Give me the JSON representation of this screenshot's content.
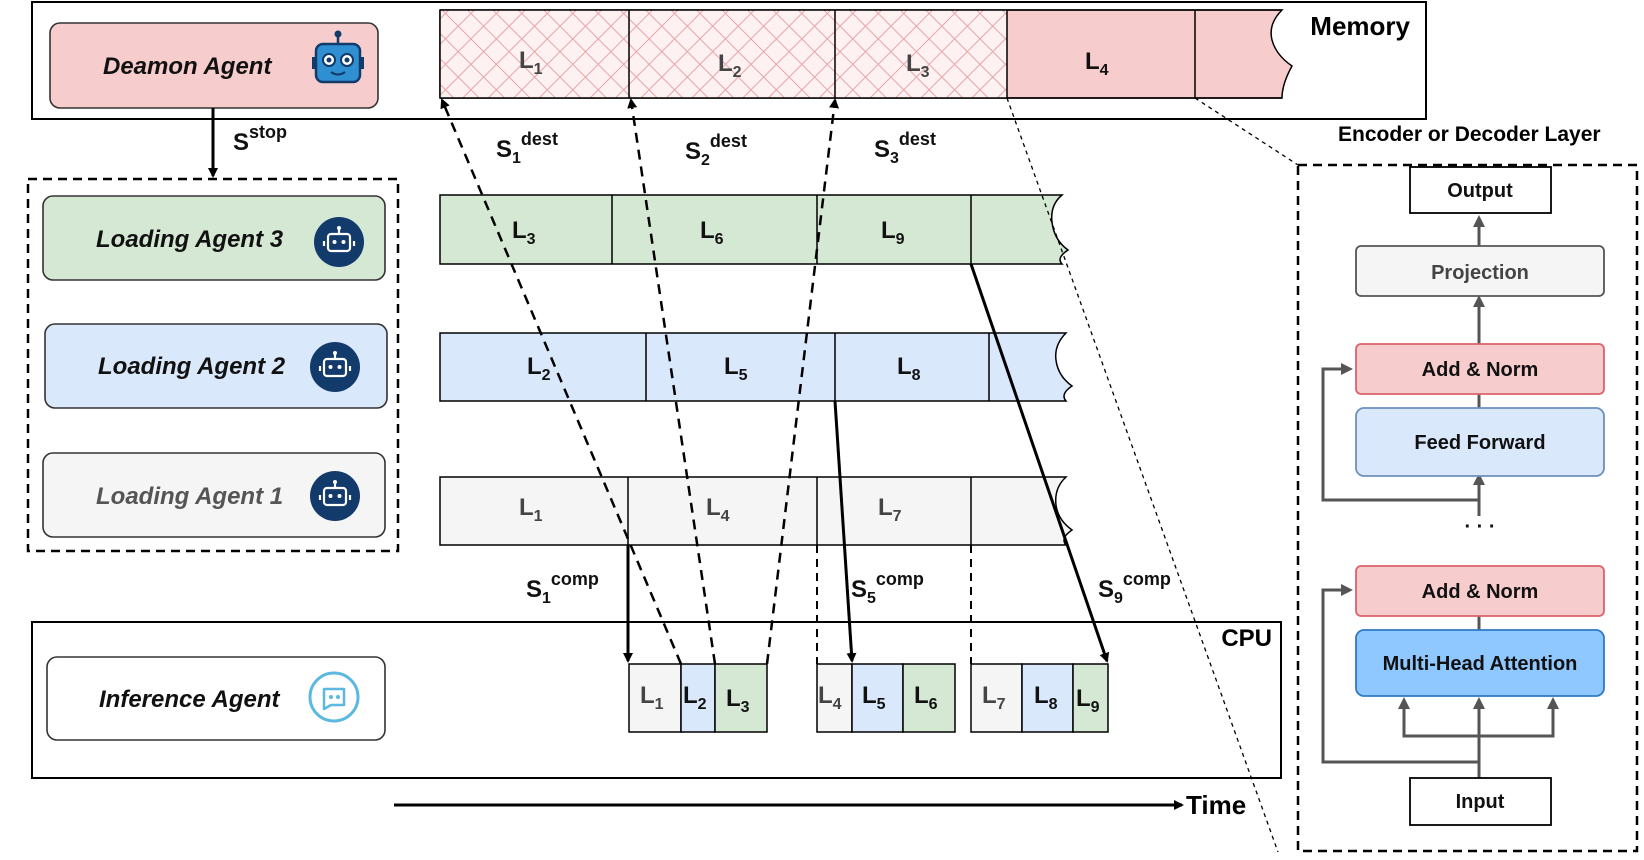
{
  "labels": {
    "memory": "Memory",
    "cpu": "CPU",
    "time": "Time",
    "layer_title": "Encoder or Decoder Layer"
  },
  "agents": {
    "daemon": "Deamon Agent",
    "loading3": "Loading Agent 3",
    "loading2": "Loading Agent 2",
    "loading1": "Loading Agent 1",
    "inference": "Inference Agent"
  },
  "signals": {
    "stop": {
      "base": "S",
      "sup": "stop"
    },
    "dest1": {
      "base": "S",
      "sub": "1",
      "sup": "dest"
    },
    "dest2": {
      "base": "S",
      "sub": "2",
      "sup": "dest"
    },
    "dest3": {
      "base": "S",
      "sub": "3",
      "sup": "dest"
    },
    "comp1": {
      "base": "S",
      "sub": "1",
      "sup": "comp"
    },
    "comp5": {
      "base": "S",
      "sub": "5",
      "sup": "comp"
    },
    "comp9": {
      "base": "S",
      "sub": "9",
      "sup": "comp"
    }
  },
  "memory_cells": [
    {
      "base": "L",
      "sub": "1"
    },
    {
      "base": "L",
      "sub": "2"
    },
    {
      "base": "L",
      "sub": "3"
    },
    {
      "base": "L",
      "sub": "4"
    }
  ],
  "row3_cells": [
    {
      "base": "L",
      "sub": "3"
    },
    {
      "base": "L",
      "sub": "6"
    },
    {
      "base": "L",
      "sub": "9"
    }
  ],
  "row2_cells": [
    {
      "base": "L",
      "sub": "2"
    },
    {
      "base": "L",
      "sub": "5"
    },
    {
      "base": "L",
      "sub": "8"
    }
  ],
  "row1_cells": [
    {
      "base": "L",
      "sub": "1"
    },
    {
      "base": "L",
      "sub": "4"
    },
    {
      "base": "L",
      "sub": "7"
    }
  ],
  "cpu_groups": [
    [
      {
        "base": "L",
        "sub": "1"
      },
      {
        "base": "L",
        "sub": "2"
      },
      {
        "base": "L",
        "sub": "3"
      }
    ],
    [
      {
        "base": "L",
        "sub": "4"
      },
      {
        "base": "L",
        "sub": "5"
      },
      {
        "base": "L",
        "sub": "6"
      }
    ],
    [
      {
        "base": "L",
        "sub": "7"
      },
      {
        "base": "L",
        "sub": "8"
      },
      {
        "base": "L",
        "sub": "9"
      }
    ]
  ],
  "layer_blocks": {
    "output": "Output",
    "projection": "Projection",
    "add_norm_top": "Add & Norm",
    "feed_forward": "Feed Forward",
    "ellipsis": "· · ·",
    "add_norm_bottom": "Add & Norm",
    "mha": "Multi-Head Attention",
    "input": "Input"
  },
  "colors": {
    "red": "#f7cccc",
    "red_border": "#d9636b",
    "green": "#d5e8d4",
    "blue": "#dae8fc",
    "gray": "#f5f5f5",
    "mha": "#8fc7ff",
    "mha_border": "#2f78c4",
    "icon_navy": "#123a6b",
    "icon_blue": "#2f8fd0",
    "icon_light": "#5bb8e0"
  }
}
